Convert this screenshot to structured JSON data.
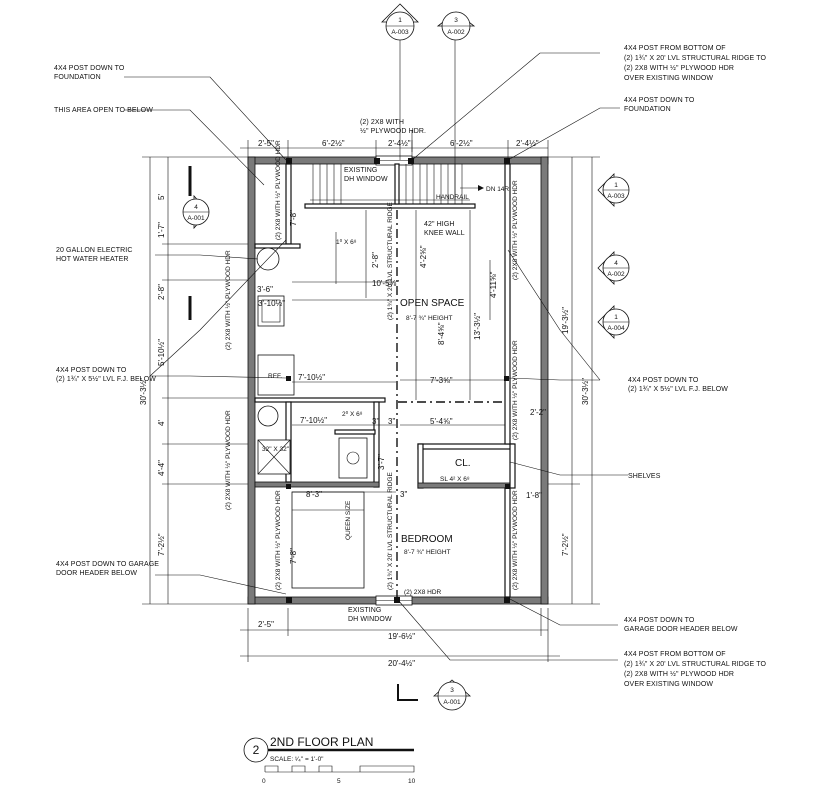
{
  "notes": {
    "post_foundation_top": [
      "4X4 POST DOWN TO",
      "FOUNDATION"
    ],
    "open_below": "THIS AREA OPEN TO BELOW",
    "plywood_hdr_top": [
      "(2) 2X8 WITH",
      "½\" PLYWOOD HDR."
    ],
    "post_ridge_top": [
      "4X4 POST FROM BOTTOM OF",
      "(2) 1¾\" X 20' LVL STRUCTURAL RIDGE TO",
      "(2) 2X8 WITH ½\" PLYWOOD HDR",
      "OVER EXISTING WINDOW"
    ],
    "post_foundation_right": [
      "4X4 POST DOWN TO",
      "FOUNDATION"
    ],
    "hot_water": [
      "20 GALLON ELECTRIC",
      "HOT WATER HEATER"
    ],
    "post_fj_left": [
      "4X4 POST DOWN TO",
      "(2) 1¾\" X 5½\" LVL F.J. BELOW"
    ],
    "post_fj_right": [
      "4X4 POST DOWN TO",
      "(2) 1¾\" X 5½\" LVL F.J. BELOW"
    ],
    "shelves": "SHELVES",
    "post_garage_left": [
      "4X4 POST DOWN TO GARAGE",
      "DOOR HEADER BELOW"
    ],
    "post_garage_right": [
      "4X4 POST DOWN TO",
      "GARAGE DOOR HEADER BELOW"
    ],
    "post_ridge_bottom": [
      "4X4 POST FROM BOTTOM OF",
      "(2) 1¾\" X 20' LVL STRUCTURAL RIDGE TO",
      "(2) 2X8 WITH ½\" PLYWOOD HDR",
      "OVER EXISTING WINDOW"
    ]
  },
  "markers": {
    "top1": {
      "num": "1",
      "sheet": "A-003"
    },
    "top2": {
      "num": "3",
      "sheet": "A-002"
    },
    "left": {
      "num": "4",
      "sheet": "A-001"
    },
    "right1": {
      "num": "1",
      "sheet": "A-003"
    },
    "right2": {
      "num": "4",
      "sheet": "A-002"
    },
    "right3": {
      "num": "1",
      "sheet": "A-004"
    },
    "bottom": {
      "num": "3",
      "sheet": "A-001"
    }
  },
  "rooms": {
    "open_space": "OPEN SPACE",
    "open_space_height": "8'-7 ¾\" HEIGHT",
    "bedroom": "BEDROOM",
    "bedroom_height": "8'-7 ¾\" HEIGHT",
    "closet": "CL.",
    "closet_door": "SL 4² X 6⁸",
    "ref": "REF.",
    "queen": "QUEEN SIZE",
    "shower": "32\" X 32\""
  },
  "labels": {
    "existing_dh_top": [
      "EXISTING",
      "DH WINDOW"
    ],
    "existing_dh_bottom": [
      "EXISTING",
      "DH WINDOW"
    ],
    "handrail": "HANDRAIL",
    "dn": "DN 14R",
    "knee_wall": [
      "42\" HIGH",
      "KNEE WALL"
    ],
    "ridge1": "(2) 1¾\" X 20' LVL STRUCTURAL RIDGE",
    "ridge2": "(2) 1¾\" X 20' LVL STRUCTURAL RIDGE",
    "hdr_v": "(2) 2X8 WITH ½\" PLYWOOD HDR",
    "hdr_bottom": "(2) 2X8 HDR",
    "door_1": "1⁰ X 6⁸",
    "door_2": "2⁰ X 6⁸"
  },
  "dims": {
    "top_a": "2'-5\"",
    "top_b": "6'-2½\"",
    "top_c": "2'-4½\"",
    "top_d": "6'-2½\"",
    "top_e": "2'-4½\"",
    "bottom_a": "2'-5\"",
    "bottom_total1": "19'-6½\"",
    "bottom_total2": "20'-4½\"",
    "left_total": "30'-3½\"",
    "left_5": "5'",
    "left_28": "2'-8\"",
    "left_510": "5'-10½\"",
    "left_4": "4'",
    "left_44": "4'-4\"",
    "left_72": "7'-2½\"",
    "left_17": "1'-7\"",
    "right_total": "30'-3½\"",
    "right_193": "19'-3½\"",
    "right_72": "7'-2½\"",
    "in_36": "3'-6\"",
    "in_310": "3'-10½\"",
    "in_710a": "7'-10½\"",
    "in_710b": "7'-10½\"",
    "in_83": "8'-3\"",
    "in_78a": "7'-8\"",
    "in_78b": "7'-8\"",
    "in_28": "2'-8\"",
    "in_1058": "10'-5⅜\"",
    "in_849": "8'-4⅝\"",
    "in_1331": "13'-3½\"",
    "in_73": "7'-3⅝\"",
    "in_4115": "4'-11⅝\"",
    "in_546": "5'-4⅝\"",
    "in_426": "4'-2⅝\"",
    "in_37": "3'-7\"",
    "in_2_2": "2'-2\"",
    "in_18": "1'-8\"",
    "in_3a": "3\"",
    "in_3b": "3\"",
    "in_3c": "3\""
  },
  "title": {
    "num": "2",
    "name": "2ND FLOOR PLAN",
    "scale": "SCALE: ¹⁄₄\" = 1'-0\"",
    "bar": [
      "0",
      "5",
      "10"
    ]
  }
}
